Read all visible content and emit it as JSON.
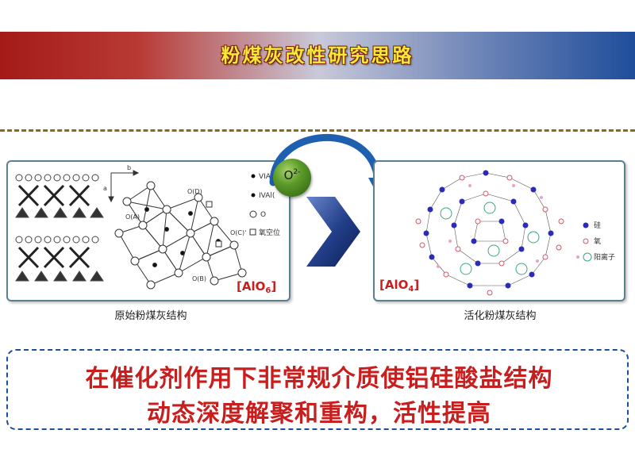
{
  "header": {
    "title": "粉煤灰改性研究思路"
  },
  "left_panel": {
    "caption": "原始粉煤灰结构",
    "formula_main": "[AlO",
    "formula_sub": "6",
    "formula_end": "]",
    "axis_b": "b",
    "axis_a": "a",
    "site_labels": [
      "O(D)",
      "O(A)",
      "O(C)'",
      "O(B)"
    ],
    "legend": [
      "VIAl(1)",
      "IVAl(",
      "O",
      "氧空位"
    ]
  },
  "right_panel": {
    "caption": "活化粉煤灰结构",
    "formula_main": "[AlO",
    "formula_sub": "4",
    "formula_end": "]",
    "legend": [
      "硅",
      "氧",
      "阳离子"
    ]
  },
  "ion": {
    "label": "O",
    "charge": "2-"
  },
  "message": {
    "line1": "在催化剂作用下非常规介质使铝硅酸盐结构",
    "line2": "动态深度解聚和重构，活性提高"
  },
  "colors": {
    "title_text": "#f7e93a",
    "message_text": "#c81e1e",
    "silicon": "#2b2bb8",
    "oxygen": "#d05a6a",
    "cation": "#3aa87a"
  }
}
